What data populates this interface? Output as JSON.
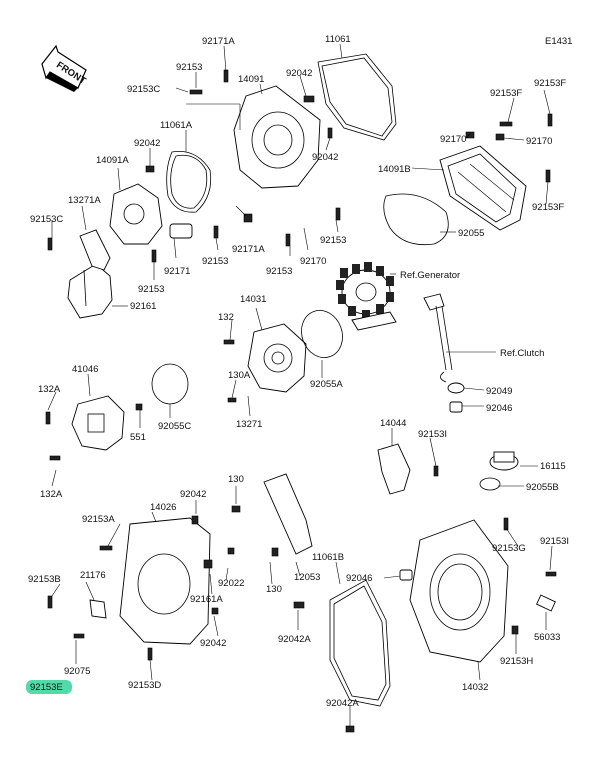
{
  "diagram_code": "E1431",
  "front_label": "FRONT",
  "highlight_color": "#34d399",
  "labels": {
    "l_92171A_top": "92171A",
    "l_11061": "11061",
    "l_92153_a": "92153",
    "l_14091": "14091",
    "l_92042_a": "92042",
    "l_92153C_a": "92153C",
    "l_11061A": "11061A",
    "l_92042_b": "92042",
    "l_14091A": "14091A",
    "l_13271A": "13271A",
    "l_92153C_b": "92153C",
    "l_92042_c": "92042",
    "l_92153F_a": "92153F",
    "l_92153F_b": "92153F",
    "l_92170_a": "92170",
    "l_92170_b": "92170",
    "l_14091B": "14091B",
    "l_92153F_c": "92153F",
    "l_92055": "92055",
    "l_92171A_b": "92171A",
    "l_92153_b": "92153",
    "l_92171": "92171",
    "l_92153_c": "92153",
    "l_92153_d": "92153",
    "l_92170_c": "92170",
    "l_92153_e": "92153",
    "l_92161": "92161",
    "l_ref_generator": "Ref.Generator",
    "l_14031": "14031",
    "l_132": "132",
    "l_130A": "130A",
    "l_13271": "13271",
    "l_92055A": "92055A",
    "l_ref_clutch": "Ref.Clutch",
    "l_92049": "92049",
    "l_92046_a": "92046",
    "l_41046": "41046",
    "l_132A_a": "132A",
    "l_551": "551",
    "l_92055C": "92055C",
    "l_132A_b": "132A",
    "l_14044": "14044",
    "l_92153I_a": "92153I",
    "l_16115": "16115",
    "l_92055B": "92055B",
    "l_130_a": "130",
    "l_92042_d": "92042",
    "l_92153A": "92153A",
    "l_14026": "14026",
    "l_92153G": "92153G",
    "l_92153I_b": "92153I",
    "l_11061B": "11061B",
    "l_92046_b": "92046",
    "l_92153B": "92153B",
    "l_21176": "21176",
    "l_92022": "92022",
    "l_92161A": "92161A",
    "l_130_b": "130",
    "l_12053": "12053",
    "l_56033": "56033",
    "l_92042_e": "92042",
    "l_92042A_a": "92042A",
    "l_92075": "92075",
    "l_92153D": "92153D",
    "l_92153H": "92153H",
    "l_14032": "14032",
    "l_92153E": "92153E",
    "l_92042A_b": "92042A"
  }
}
